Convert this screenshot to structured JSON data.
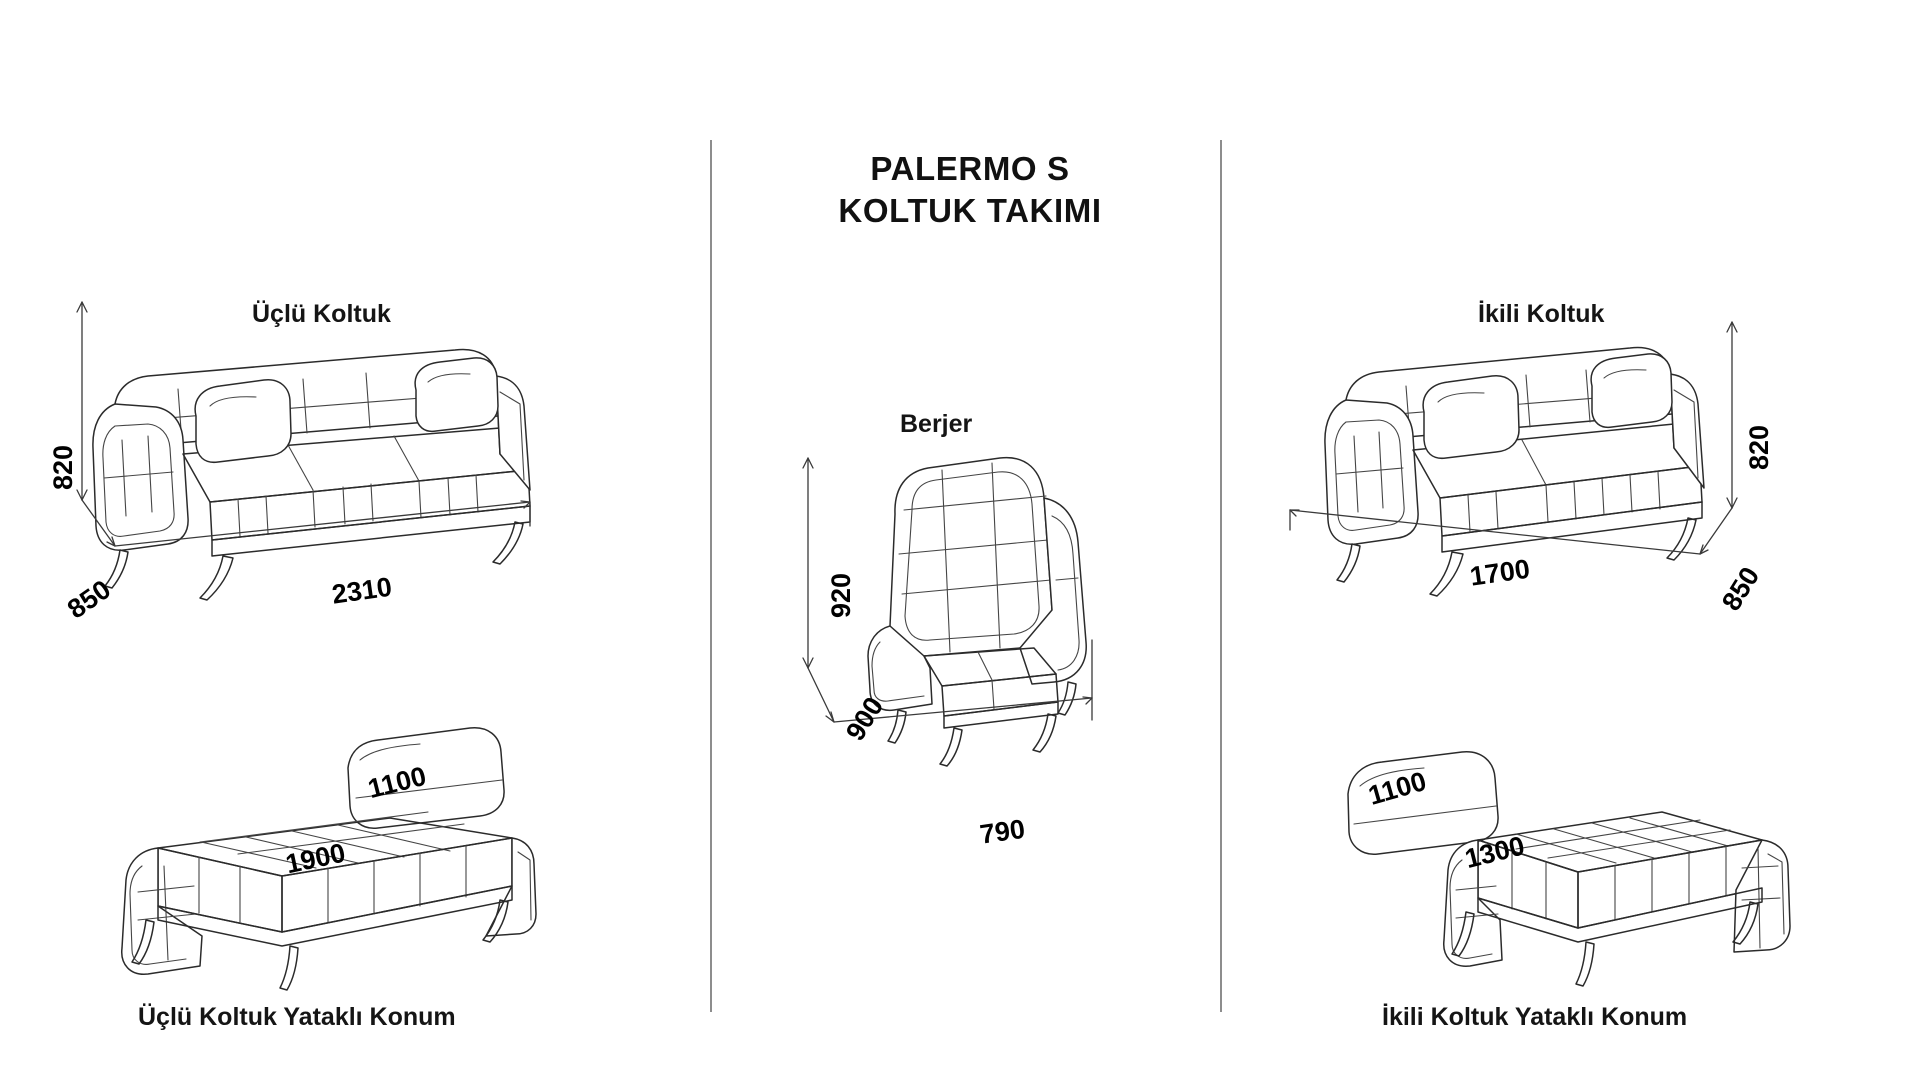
{
  "document": {
    "title_line_1": "PALERMO S",
    "title_line_2": "KOLTUK TAKIMI",
    "type": "furniture-dimension-drawing",
    "units": "mm",
    "background_color": "#ffffff",
    "line_color": "#2b2b2b"
  },
  "panels": {
    "three_seater": {
      "label": "Üçlü Koltuk",
      "dimensions": {
        "height": "820",
        "depth": "850",
        "width": "2310"
      }
    },
    "three_seater_bed": {
      "label": "Üçlü Koltuk Yataklı Konum",
      "dimensions": {
        "depth": "1100",
        "width": "1900"
      }
    },
    "armchair": {
      "label": "Berjer",
      "dimensions": {
        "height": "920",
        "depth": "900",
        "width": "790"
      }
    },
    "two_seater": {
      "label": "İkili Koltuk",
      "dimensions": {
        "height": "820",
        "depth": "850",
        "width": "1700"
      }
    },
    "two_seater_bed": {
      "label": "İkili Koltuk Yataklı Konum",
      "dimensions": {
        "depth": "1100",
        "width": "1300"
      }
    }
  }
}
